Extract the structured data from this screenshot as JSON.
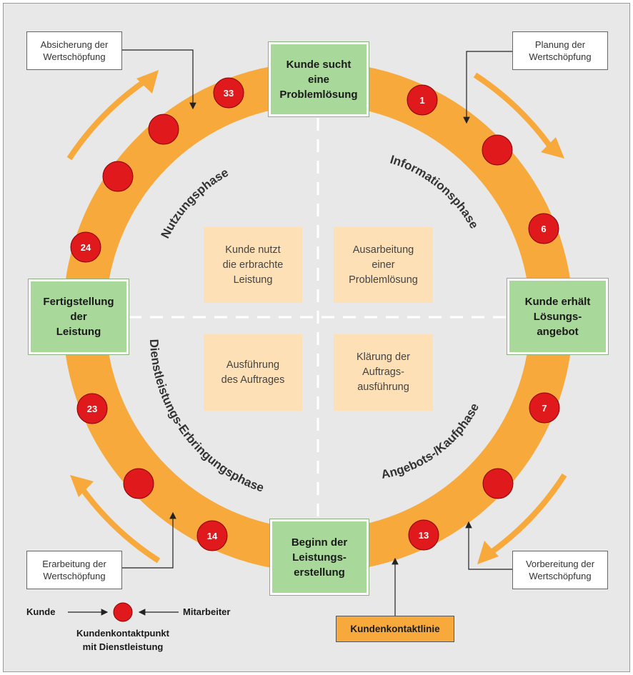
{
  "milestones": {
    "top": "Kunde sucht\neine\nProblemlösung",
    "right": "Kunde erhält\nLösungs-\nangebot",
    "bottom": "Beginn der\nLeistungs-\nerstellung",
    "left": "Fertigstellung\nder\nLeistung"
  },
  "phases": {
    "top_right": "Informationsphase",
    "bottom_right": "Angebots-/Kaufphase",
    "bottom_left": "Dienstleistungs-Erbringungsphase",
    "top_left": "Nutzungsphase"
  },
  "quadrant_boxes": {
    "top_left": "Kunde nutzt\ndie erbrachte\nLeistung",
    "top_right": "Ausarbeitung\neiner\nProblemlösung",
    "bottom_left": "Ausführung\ndes Auftrages",
    "bottom_right": "Klärung der\nAuftrags-\nausführung"
  },
  "notes": {
    "top_left": "Absicherung der\nWertschöpfung",
    "top_right": "Planung der\nWertschöpfung",
    "bottom_left": "Erarbeitung der\nWertschöpfung",
    "bottom_right": "Vorbereitung der\nWertschöpfung"
  },
  "contact_points": {
    "p33": "33",
    "p1": "1",
    "p6": "6",
    "p7": "7",
    "p13": "13",
    "p14": "14",
    "p23": "23",
    "p24": "24"
  },
  "legend": {
    "kunde": "Kunde",
    "mitarbeiter": "Mitarbeiter",
    "caption_line1": "Kundenkontaktpunkt",
    "caption_line2": "mit Dienstleistung"
  },
  "contact_line_label": "Kundenkontaktlinie",
  "colors": {
    "ring": "#f7a93c",
    "point": "#e0191c",
    "milestone": "#a8d89a",
    "quadrant": "#fde0b6",
    "background": "#e8e8e8"
  }
}
